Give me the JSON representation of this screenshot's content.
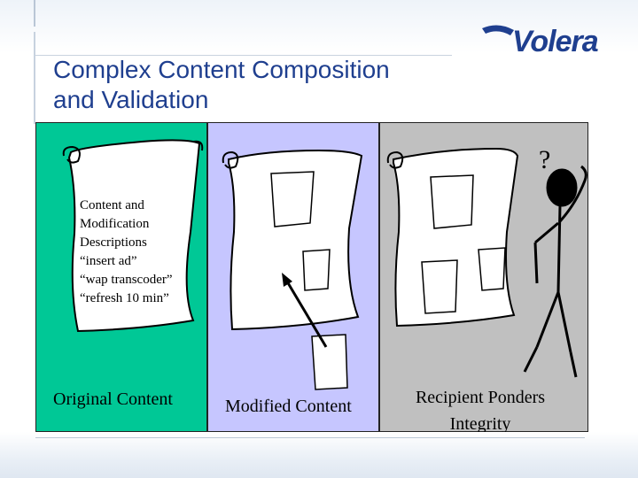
{
  "logo": {
    "text": "Volera"
  },
  "title": {
    "line1": "Complex Content Composition",
    "line2": "and Validation"
  },
  "panel_original": {
    "description_lines": [
      "Content and",
      "Modification",
      "Descriptions",
      "“insert ad”",
      "“wap transcoder”",
      "“refresh 10 min”"
    ],
    "label": "Original Content"
  },
  "panel_modified": {
    "label": "Modified Content"
  },
  "panel_recipient": {
    "label_line1": "Recipient Ponders",
    "label_line2": "Integrity",
    "question_mark": "?"
  },
  "colors": {
    "title": "#1f3f8f",
    "panel_original": "#00c896",
    "panel_modified": "#c6c6ff",
    "panel_recipient": "#c0c0c0"
  },
  "icons": [
    "volera-logo-icon",
    "scroll-icon",
    "arrow-icon",
    "stick-figure-icon"
  ]
}
